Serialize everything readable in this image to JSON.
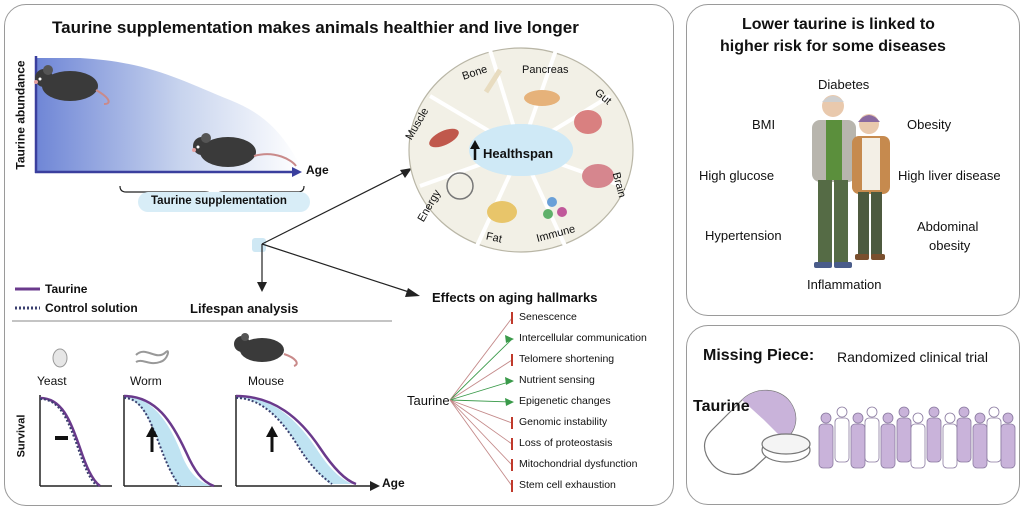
{
  "left_panel": {
    "title": "Taurine supplementation makes animals healthier and live longer",
    "y_axis_label": "Taurine abundance",
    "x_axis_label": "Age",
    "supplement_label": "Taurine supplementation",
    "legend": {
      "taurine": "Taurine",
      "control": "Control solution",
      "taurine_color": "#6a3a8c",
      "control_color": "#3a3f6e"
    },
    "lifespan_title": "Lifespan analysis",
    "survival_label": "Survival",
    "age_label": "Age",
    "organisms": [
      "Yeast",
      "Worm",
      "Mouse"
    ],
    "healthspan": {
      "center": "Healthspan",
      "segments": [
        "Muscle",
        "Bone",
        "Pancreas",
        "Gut",
        "Brain",
        "Immune",
        "Fat",
        "Energy"
      ]
    },
    "hallmarks": {
      "title": "Effects on aging hallmarks",
      "source": "Taurine",
      "items": [
        {
          "label": "Senescence",
          "effect": "inhibit"
        },
        {
          "label": "Intercellular communication",
          "effect": "promote"
        },
        {
          "label": "Telomere shortening",
          "effect": "inhibit"
        },
        {
          "label": "Nutrient sensing",
          "effect": "promote"
        },
        {
          "label": "Epigenetic changes",
          "effect": "promote"
        },
        {
          "label": "Genomic instability",
          "effect": "inhibit"
        },
        {
          "label": "Loss of proteostasis",
          "effect": "inhibit"
        },
        {
          "label": "Mitochondrial dysfunction",
          "effect": "inhibit"
        },
        {
          "label": "Stem cell exhaustion",
          "effect": "inhibit"
        }
      ]
    }
  },
  "disease_panel": {
    "title_line1": "Lower taurine is linked to",
    "title_line2": "higher risk for some diseases",
    "risks": [
      "Diabetes",
      "BMI",
      "Obesity",
      "High glucose",
      "High liver disease",
      "Hypertension",
      "Abdominal",
      "obesity",
      "Inflammation"
    ]
  },
  "missing_panel": {
    "title_bold": "Missing Piece:",
    "title_rest": "Randomized clinical trial",
    "pill_label": "Taurine"
  },
  "colors": {
    "purple": "#6a3a8c",
    "light_purple": "#c9b3da",
    "light_blue": "#bfe3f2",
    "inhibit_red": "#c0392b",
    "promote_green": "#3a9a4a"
  }
}
